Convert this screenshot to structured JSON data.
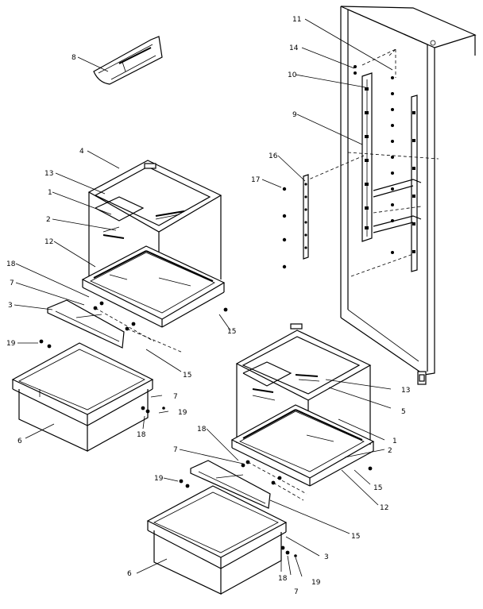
{
  "callouts": [
    {
      "id": "c8a",
      "text": "8"
    },
    {
      "id": "c4",
      "text": "4"
    },
    {
      "id": "c13a",
      "text": "13"
    },
    {
      "id": "c1a",
      "text": "1"
    },
    {
      "id": "c2a",
      "text": "2"
    },
    {
      "id": "c12a",
      "text": "12"
    },
    {
      "id": "c18a",
      "text": "18"
    },
    {
      "id": "c7a",
      "text": "7"
    },
    {
      "id": "c3a",
      "text": "3"
    },
    {
      "id": "c19a",
      "text": "19"
    },
    {
      "id": "c15a",
      "text": "15"
    },
    {
      "id": "c15b",
      "text": "15"
    },
    {
      "id": "c7b",
      "text": "7"
    },
    {
      "id": "c19b",
      "text": "19"
    },
    {
      "id": "c18b",
      "text": "18"
    },
    {
      "id": "c6a",
      "text": "6"
    },
    {
      "id": "c11",
      "text": "11"
    },
    {
      "id": "c14",
      "text": "14"
    },
    {
      "id": "c10",
      "text": "10"
    },
    {
      "id": "c9",
      "text": "9"
    },
    {
      "id": "c16",
      "text": "16"
    },
    {
      "id": "c17",
      "text": "17"
    },
    {
      "id": "c13b",
      "text": "13"
    },
    {
      "id": "c5",
      "text": "5"
    },
    {
      "id": "c1b",
      "text": "1"
    },
    {
      "id": "c2b",
      "text": "2"
    },
    {
      "id": "c15c",
      "text": "15"
    },
    {
      "id": "c12b",
      "text": "12"
    },
    {
      "id": "c18c",
      "text": "18"
    },
    {
      "id": "c7c",
      "text": "7"
    },
    {
      "id": "c19c",
      "text": "19"
    },
    {
      "id": "c15d",
      "text": "15"
    },
    {
      "id": "c3b",
      "text": "3"
    },
    {
      "id": "c6b",
      "text": "6"
    },
    {
      "id": "c18d",
      "text": "18"
    },
    {
      "id": "c7d",
      "text": "7"
    },
    {
      "id": "c19d",
      "text": "19"
    }
  ]
}
